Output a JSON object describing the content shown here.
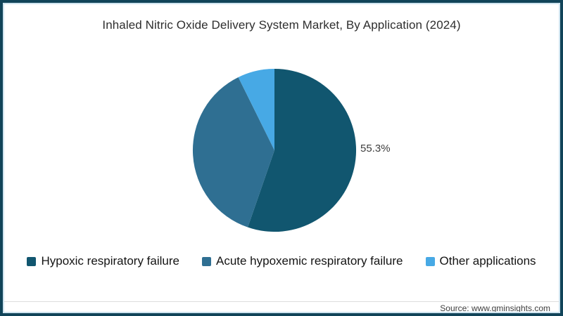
{
  "header": {
    "title": "Inhaled Nitric Oxide Delivery System Market, By Application (2024)"
  },
  "chart_data": {
    "type": "pie",
    "title": "Inhaled Nitric Oxide Delivery System Market, By Application (2024)",
    "categories": [
      "Hypoxic respiratory failure",
      "Acute hypoxemic respiratory failure",
      "Other applications"
    ],
    "values": [
      55.3,
      37.4,
      7.3
    ],
    "unit": "%",
    "percent_label": "55.3%",
    "value_labels_shown": [
      "55.3%"
    ],
    "colors": [
      "#11566f",
      "#2f6f92",
      "#47a9e5"
    ],
    "start_angle_deg": 0,
    "direction": "clockwise",
    "legend_position": "bottom"
  },
  "footer": {
    "source": "Source: www.gminsights.com"
  },
  "theme": {
    "frame_border": "#114459",
    "frame_inner_line": "#cfe4ef",
    "background": "#ffffff",
    "title_color": "#2e2e2e",
    "separator_color": "#dedede"
  }
}
